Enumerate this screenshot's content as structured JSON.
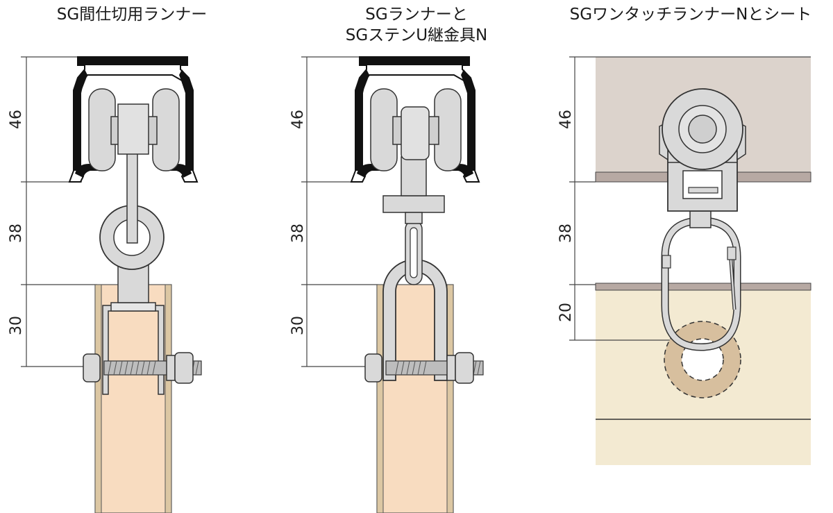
{
  "panels": [
    {
      "title_lines": [
        "SG間仕切用ランナー"
      ],
      "dims": [
        "46",
        "38",
        "30"
      ]
    },
    {
      "title_lines": [
        "SGランナーと",
        "SGステンU継金具N"
      ],
      "dims": [
        "46",
        "38",
        "30"
      ]
    },
    {
      "title_lines": [
        "SGワンタッチランナーNとシート"
      ],
      "dims": [
        "46",
        "38",
        "20"
      ]
    }
  ],
  "colors": {
    "wheel": "#d9d9d9",
    "outline": "#3a3a3a",
    "rail": "#111111",
    "wood": "#f8dcc0",
    "wood_edge": "#dcc7a3",
    "ceiling": "#dcd3cc",
    "sheet": "#f3ead2",
    "grommet": "#d7bf9e"
  }
}
